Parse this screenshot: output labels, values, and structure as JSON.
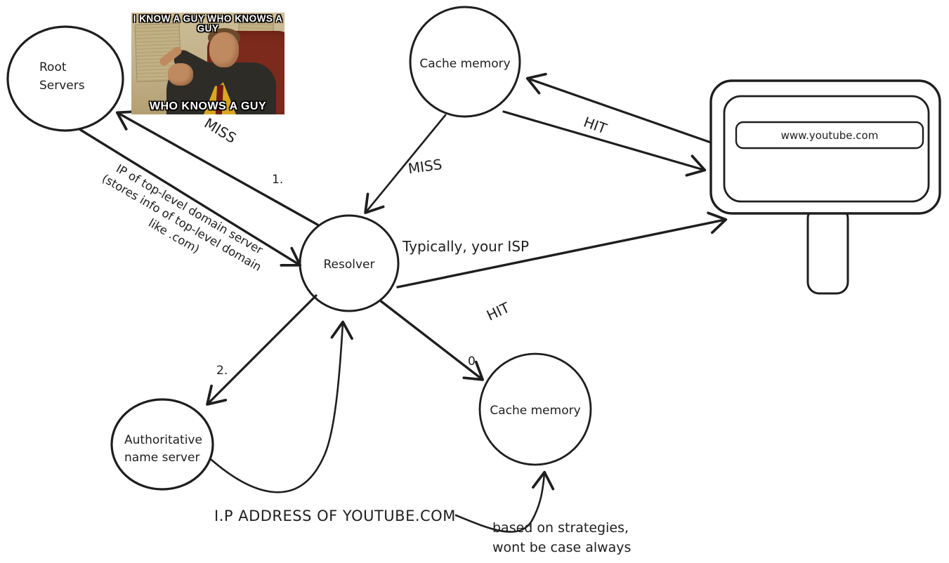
{
  "nodes": {
    "root_servers": {
      "line1": "Root",
      "line2": "Servers"
    },
    "cache_top": {
      "label": "Cache memory"
    },
    "resolver": {
      "label": "Resolver"
    },
    "authoritative": {
      "line1": "Authoritative",
      "line2": "name server"
    },
    "cache_bottom": {
      "label": "Cache memory"
    },
    "browser": {
      "url": "www.youtube.com"
    }
  },
  "labels": {
    "miss_root": "MISS",
    "step_1": "1.",
    "tld_info_line1": "IP of top-level domain server",
    "tld_info_line2": "(stores info of top-level domain",
    "tld_info_line3": "like .com)",
    "miss_cache": "MISS",
    "hit_browser": "HIT",
    "typically_isp": "Typically, your ISP",
    "hit_cache": "HIT",
    "step_0": "0.",
    "step_2": "2.",
    "ip_address": "I.P ADDRESS OF YOUTUBE.COM",
    "strategies_line1": "based on strategies,",
    "strategies_line2": "wont be case always"
  },
  "meme": {
    "top_line1": "I KNOW A GUY WHO KNOWS A",
    "top_line2": "GUY",
    "bottom": "WHO KNOWS A GUY"
  },
  "colors": {
    "ink": "#1e1e1e",
    "background": "#ffffff",
    "meme_wall": "#c2b089",
    "meme_chair": "#7c2a1c",
    "meme_shirt": "#d8a81f"
  }
}
